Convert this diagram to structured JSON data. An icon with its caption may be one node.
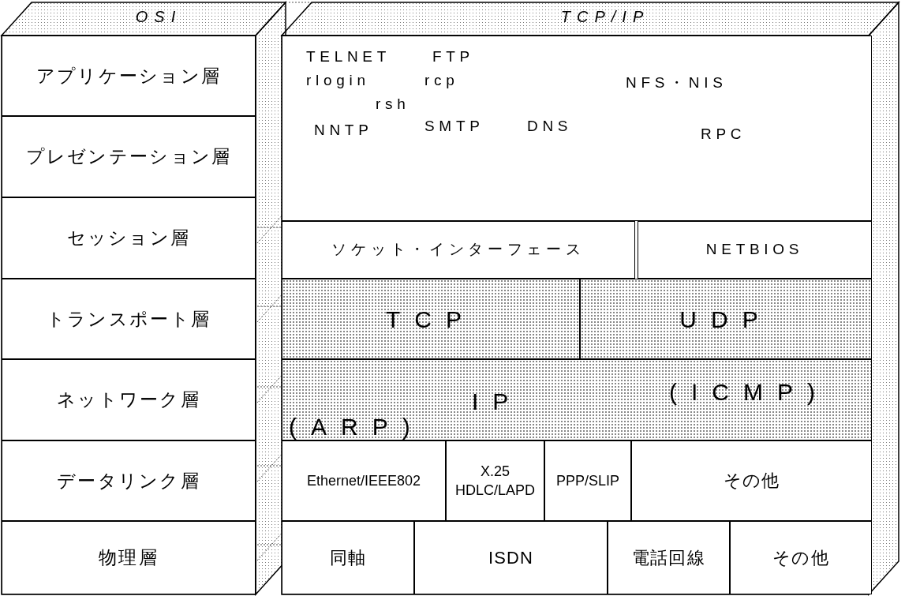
{
  "diagram": {
    "nodes": [
      {
        "text": [
          "OSI"
        ]
      },
      {
        "text": [
          "アプリケーション層"
        ],
        "in": 0
      },
      {
        "text": [
          "プレゼンテーション層"
        ],
        "in": 0
      },
      {
        "text": [
          "セッション層"
        ],
        "in": 0
      },
      {
        "text": [
          "トランスポート層"
        ],
        "in": 0
      },
      {
        "text": [
          "ネットワーク層"
        ],
        "in": 0
      },
      {
        "text": [
          "データリンク層"
        ],
        "in": 0
      },
      {
        "text": [
          "物理層"
        ],
        "in": 0
      },
      {
        "text": [
          "TCP/IP"
        ]
      },
      {
        "text": [
          "TELNET",
          "FTP",
          "rlogin",
          "rcp",
          "rsh",
          "NNTP",
          "SMTP",
          "DNS",
          "NFS・NIS",
          "RPC"
        ],
        "in": 8
      },
      {
        "text": [
          "ソケット・インターフェース"
        ],
        "in": 8
      },
      {
        "text": [
          "NETBIOS"
        ],
        "in": 8
      },
      {
        "text": [
          "TCP"
        ],
        "in": 8
      },
      {
        "text": [
          "UDP"
        ],
        "in": 8
      },
      {
        "text": [
          "IP",
          "(ICMP)",
          "(ARP)"
        ],
        "in": 8
      },
      {
        "text": [
          "Ethernet/IEEE802"
        ],
        "in": 8
      },
      {
        "text": [
          "X.25 HDLC/LAPD"
        ],
        "in": 8
      },
      {
        "text": [
          "PPP/SLIP"
        ],
        "in": 8
      },
      {
        "text": [
          "その他"
        ],
        "in": 8
      },
      {
        "text": [
          "同軸"
        ],
        "in": 8
      },
      {
        "text": [
          "ISDN"
        ],
        "in": 8
      },
      {
        "text": [
          "電話回線"
        ],
        "in": 8
      },
      {
        "text": [
          "その他"
        ],
        "in": 8
      }
    ],
    "edges": []
  }
}
